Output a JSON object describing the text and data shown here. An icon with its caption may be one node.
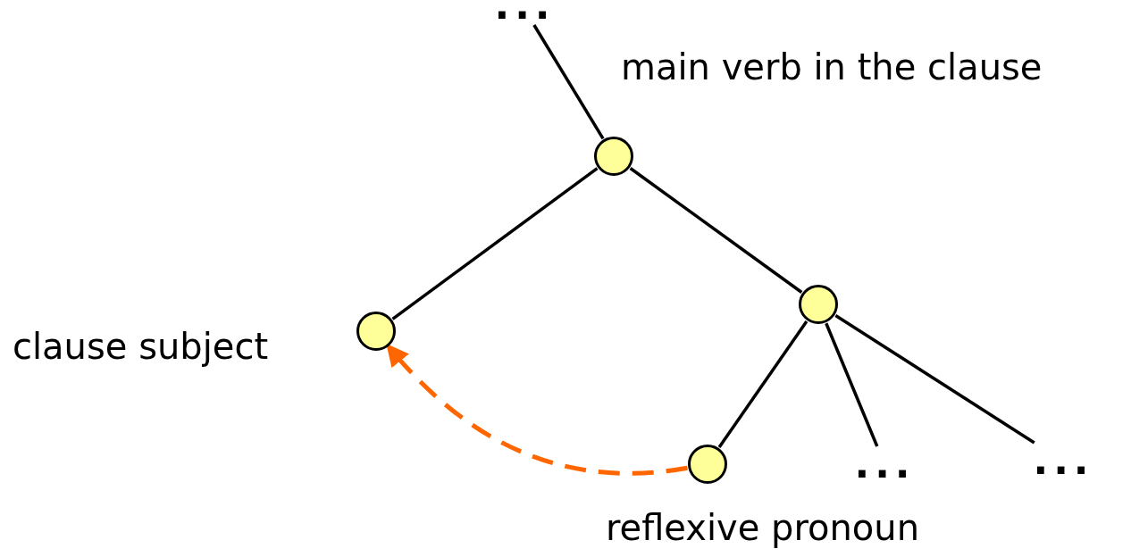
{
  "diagram": {
    "nodes": [
      {
        "text": [
          "..."
        ]
      },
      {
        "text": [],
        "shape": "circle",
        "beside": [
          "main verb in the clause"
        ]
      },
      {
        "text": [],
        "shape": "circle",
        "beside": [
          "clause subject"
        ]
      },
      {
        "text": [],
        "shape": "circle"
      },
      {
        "text": [],
        "shape": "circle",
        "beside": [
          "reflexive pronoun"
        ]
      },
      {
        "text": [
          "..."
        ]
      },
      {
        "text": [
          "..."
        ]
      }
    ],
    "edges": [
      {
        "from": 0,
        "to": 1,
        "arrow": "none"
      },
      {
        "from": 1,
        "to": 2,
        "arrow": "none"
      },
      {
        "from": 1,
        "to": 3,
        "arrow": "none"
      },
      {
        "from": 3,
        "to": 4,
        "arrow": "none"
      },
      {
        "from": 3,
        "to": 5,
        "arrow": "none"
      },
      {
        "from": 3,
        "to": 6,
        "arrow": "none"
      },
      {
        "from": 4,
        "to": 2,
        "arrow": "to",
        "style": "dashed",
        "color": "#ff6600"
      }
    ]
  }
}
